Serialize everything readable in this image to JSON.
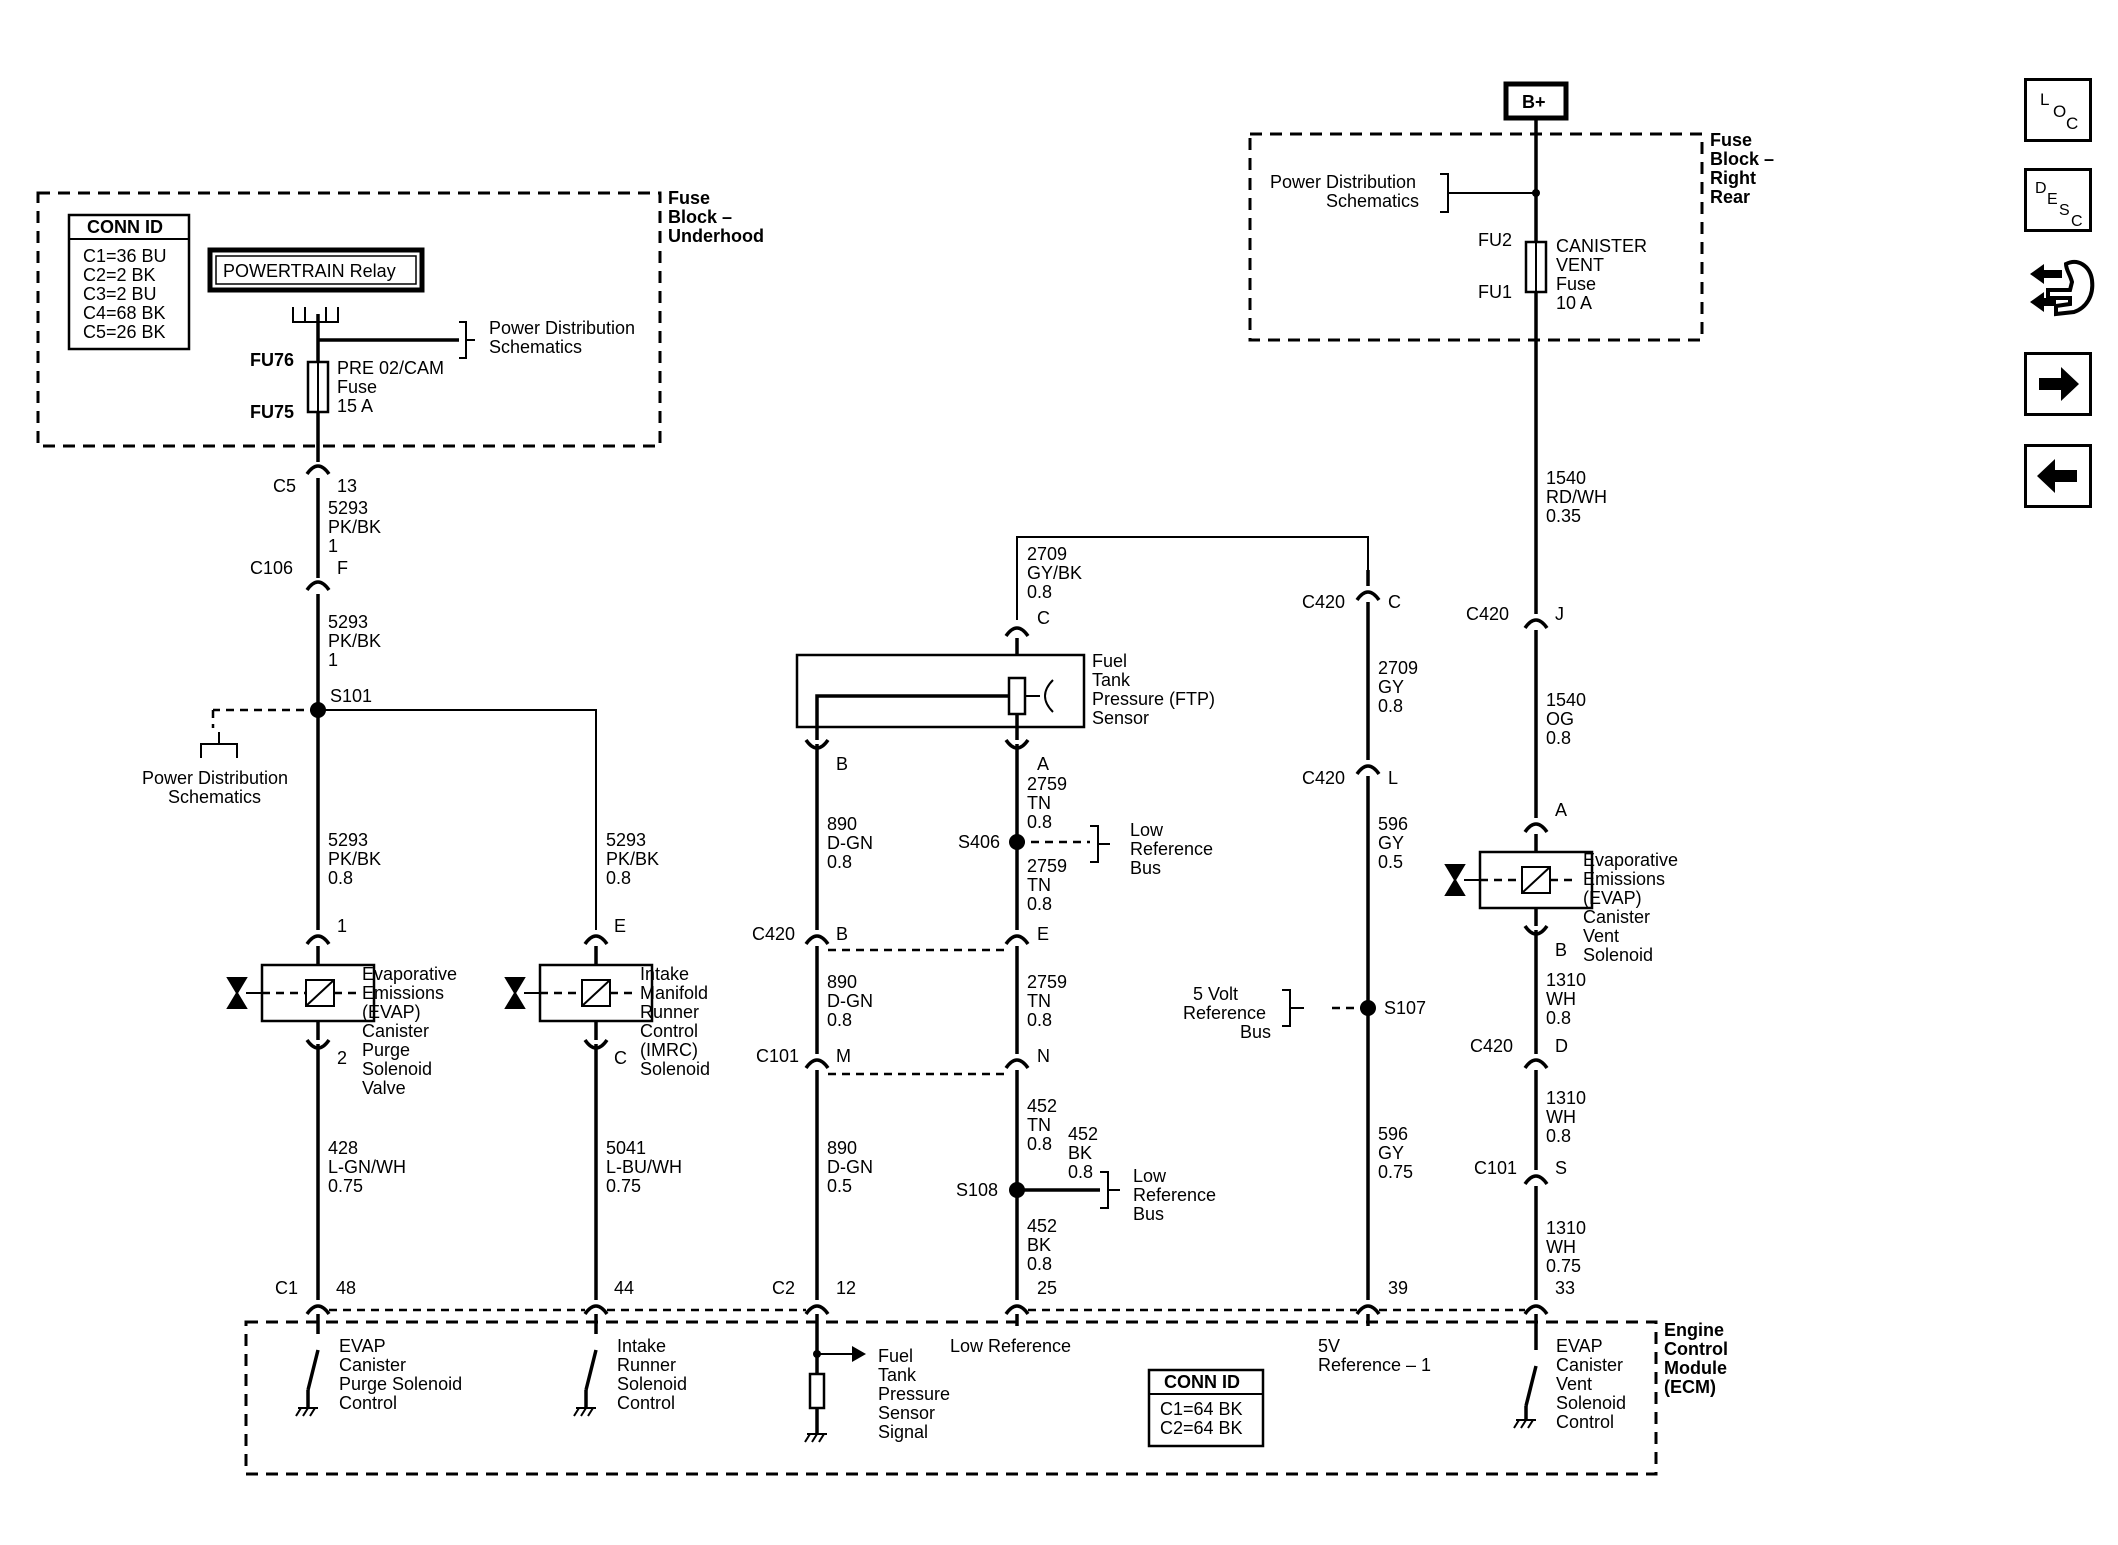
{
  "fuse_block_underhood": {
    "title_lines": [
      "Fuse",
      "Block –",
      "Underhood"
    ],
    "conn_id_title": "CONN ID",
    "conn_ids": [
      "C1=36 BU",
      "C2=2 BK",
      "C3=2 BU",
      "C4=68 BK",
      "C5=26 BK"
    ],
    "relay_label": "POWERTRAIN Relay",
    "power_dist": [
      "Power Distribution",
      "Schematics"
    ],
    "fuse_top": "FU76",
    "fuse_bottom": "FU75",
    "fuse_lines": [
      "PRE 02/CAM",
      "Fuse",
      "15 A"
    ]
  },
  "fuse_block_rear": {
    "title_lines": [
      "Fuse",
      "Block –",
      "Right",
      "Rear"
    ],
    "battery": "B+",
    "power_dist": [
      "Power Distribution",
      "Schematics"
    ],
    "fuse_top": "FU2",
    "fuse_bottom": "FU1",
    "fuse_lines": [
      "CANISTER",
      "VENT",
      "Fuse",
      "10 A"
    ]
  },
  "left_circuit": {
    "c5": "C5",
    "c5_pin": "13",
    "wire1": [
      "5293",
      "PK/BK",
      "1"
    ],
    "c106": "C106",
    "c106_pin": "F",
    "wire2": [
      "5293",
      "PK/BK",
      "1"
    ],
    "splice": "S101",
    "power_dist": [
      "Power Distribution",
      "Schematics"
    ],
    "wire3": [
      "5293",
      "PK/BK",
      "0.8"
    ],
    "wire4": [
      "5293",
      "PK/BK",
      "0.8"
    ],
    "purge_pin_top": "1",
    "purge_pin_bottom": "2",
    "purge_label": [
      "Evaporative",
      "Emissions",
      "(EVAP)",
      "Canister",
      "Purge",
      "Solenoid",
      "Valve"
    ],
    "imrc_pin_top": "E",
    "imrc_pin_bottom": "C",
    "imrc_label": [
      "Intake",
      "Manifold",
      "Runner",
      "Control",
      "(IMRC)",
      "Solenoid"
    ],
    "wire5": [
      "428",
      "L-GN/WH",
      "0.75"
    ],
    "wire6": [
      "5041",
      "L-BU/WH",
      "0.75"
    ]
  },
  "ftp_circuit": {
    "top_wire": [
      "2709",
      "GY/BK",
      "0.8"
    ],
    "pin_c": "C",
    "sensor_label": [
      "Fuel",
      "Tank",
      "Pressure (FTP)",
      "Sensor"
    ],
    "pin_b": "B",
    "pin_a": "A",
    "wire_a1": [
      "2759",
      "TN",
      "0.8"
    ],
    "s406": "S406",
    "low_ref_1": [
      "Low",
      "Reference",
      "Bus"
    ],
    "wire_a2": [
      "2759",
      "TN",
      "0.8"
    ],
    "wire_b1": [
      "890",
      "D-GN",
      "0.8"
    ],
    "c420": "C420",
    "c420_pin_b": "B",
    "c420_pin_e": "E",
    "wire_b2": [
      "890",
      "D-GN",
      "0.8"
    ],
    "wire_a3": [
      "2759",
      "TN",
      "0.8"
    ],
    "c101": "C101",
    "c101_pin_m": "M",
    "c101_pin_n": "N",
    "wire_b3": [
      "890",
      "D-GN",
      "0.5"
    ],
    "wire_a4": [
      "452",
      "TN",
      "0.8"
    ],
    "wire_a5": [
      "452",
      "BK",
      "0.8"
    ],
    "s108": "S108",
    "low_ref_2": [
      "Low",
      "Reference",
      "Bus"
    ],
    "wire_a6": [
      "452",
      "BK",
      "0.8"
    ]
  },
  "ref_circuit": {
    "c420_c": "C420",
    "pin_c": "C",
    "wire1": [
      "2709",
      "GY",
      "0.8"
    ],
    "c420_l": "C420",
    "pin_l": "L",
    "wire2": [
      "596",
      "GY",
      "0.5"
    ],
    "five_volt": [
      "5 Volt",
      "Reference",
      "Bus"
    ],
    "s107": "S107",
    "wire3": [
      "596",
      "GY",
      "0.75"
    ]
  },
  "vent_circuit": {
    "wire1": [
      "1540",
      "RD/WH",
      "0.35"
    ],
    "c420": "C420",
    "pin_j": "J",
    "wire2": [
      "1540",
      "OG",
      "0.8"
    ],
    "pin_a": "A",
    "pin_b": "B",
    "vent_label": [
      "Evaporative",
      "Emissions",
      "(EVAP)",
      "Canister",
      "Vent",
      "Solenoid"
    ],
    "wire3": [
      "1310",
      "WH",
      "0.8"
    ],
    "c420_d": "C420",
    "pin_d": "D",
    "wire4": [
      "1310",
      "WH",
      "0.8"
    ],
    "c101": "C101",
    "pin_s": "S",
    "wire5": [
      "1310",
      "WH",
      "0.75"
    ]
  },
  "ecm": {
    "title_lines": [
      "Engine",
      "Control",
      "Module",
      "(ECM)"
    ],
    "c1": "C1",
    "pin48": "48",
    "pin44": "44",
    "c2": "C2",
    "pin12": "12",
    "pin25": "25",
    "pin39": "39",
    "pin33": "33",
    "purge_ctrl": [
      "EVAP",
      "Canister",
      "Purge Solenoid",
      "Control"
    ],
    "imrc_ctrl": [
      "Intake",
      "Runner",
      "Solenoid",
      "Control"
    ],
    "ftp_signal": [
      "Fuel",
      "Tank",
      "Pressure",
      "Sensor",
      "Signal"
    ],
    "low_ref": "Low Reference",
    "five_v_ref": [
      "5V",
      "Reference – 1"
    ],
    "conn_id_title": "CONN ID",
    "conn_ids": [
      "C1=64 BK",
      "C2=64 BK"
    ],
    "vent_ctrl": [
      "EVAP",
      "Canister",
      "Vent",
      "Solenoid",
      "Control"
    ]
  },
  "nav": {
    "loc_letters": [
      "L",
      "O",
      "C"
    ],
    "desc_letters": [
      "D",
      "E",
      "S",
      "C"
    ]
  }
}
